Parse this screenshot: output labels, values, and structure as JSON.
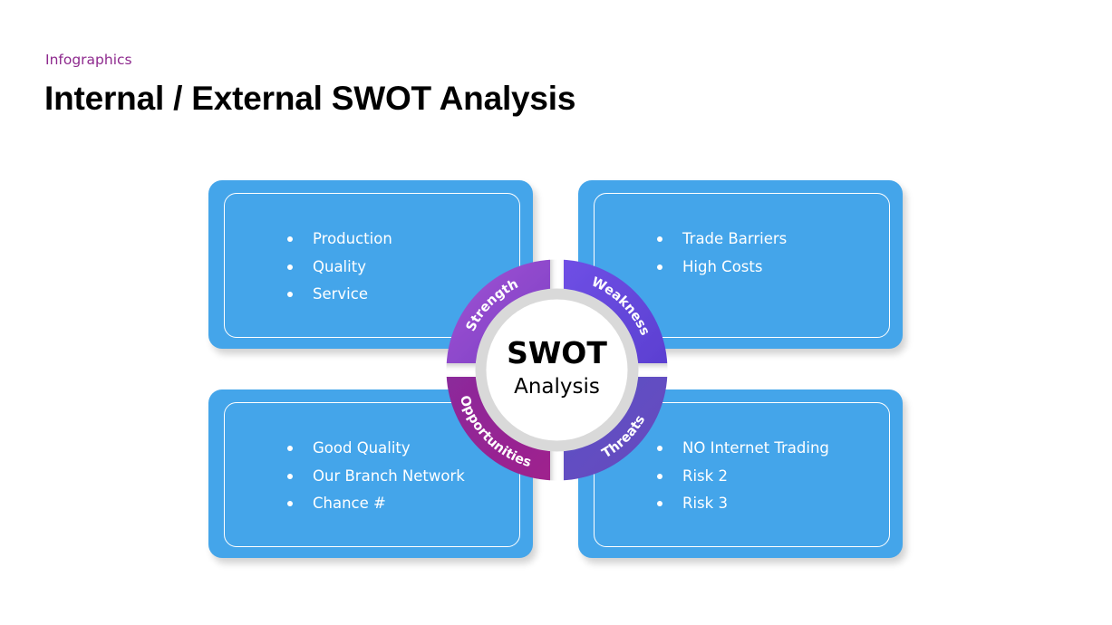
{
  "header": {
    "subtitle": "Infographics",
    "title": "Internal / External SWOT Analysis"
  },
  "center": {
    "title": "SWOT",
    "subtitle": "Analysis"
  },
  "quadrants": [
    {
      "label": "Strength",
      "color_start": "#a558d6",
      "color_end": "#7c3cc4",
      "items": [
        "Production",
        "Quality",
        "Service"
      ]
    },
    {
      "label": "Weakness",
      "color_start": "#7050e6",
      "color_end": "#5a3fd0",
      "items": [
        "Trade Barriers",
        "High Costs"
      ]
    },
    {
      "label": "Opportunities",
      "color_start": "#8a2a9c",
      "color_end": "#a0208c",
      "items": [
        "Good Quality",
        "Our Branch Network",
        "Chance #"
      ]
    },
    {
      "label": "Threats",
      "color_start": "#5c52c6",
      "color_end": "#6a48bc",
      "items": [
        "NO Internet Trading",
        "Risk 2",
        "Risk 3"
      ]
    }
  ],
  "box_color": "#44a5ea"
}
